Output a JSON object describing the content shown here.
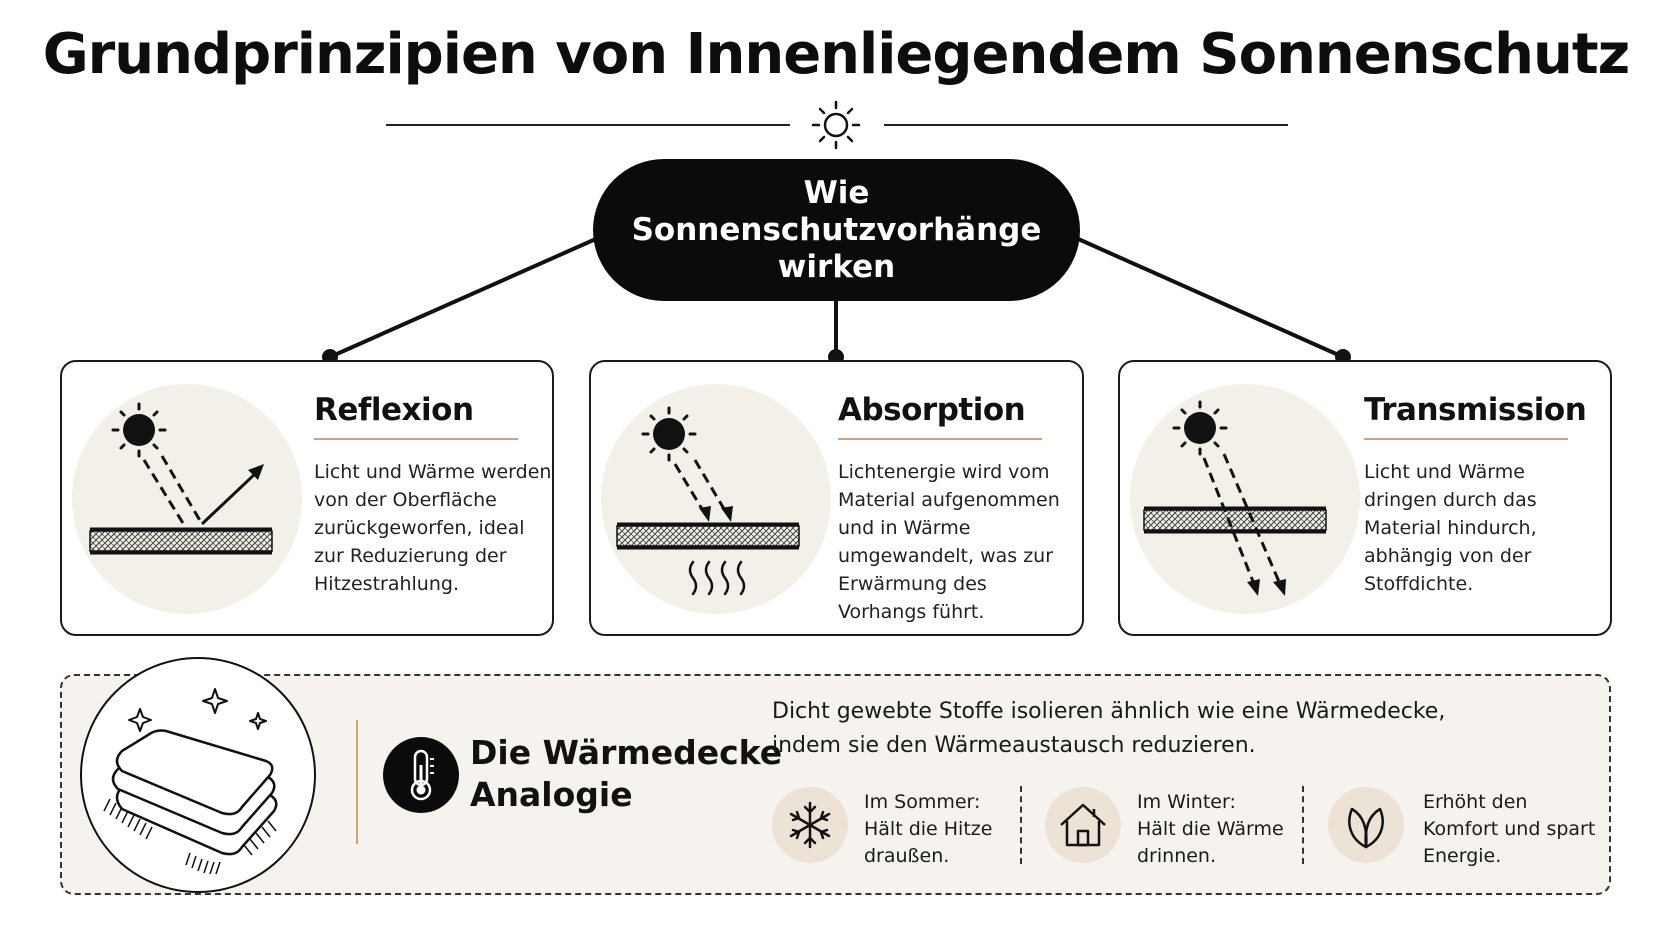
{
  "title": "Grundprinzipien von Innenliegendem Sonnenschutz",
  "center": {
    "line1": "Wie",
    "line2": "Sonnenschutzvorhänge",
    "line3": "wirken"
  },
  "cards": [
    {
      "title": "Reflexion",
      "lines": [
        "Licht und Wärme werden",
        "von der Oberfläche",
        "zurückgeworfen, ideal",
        "zur Reduzierung der",
        "Hitzestrahlung."
      ]
    },
    {
      "title": "Absorption",
      "lines": [
        "Lichtenergie wird vom",
        "Material aufgenommen",
        "und in Wärme",
        "umgewandelt, was zur",
        "Erwärmung des",
        "Vorhangs führt."
      ]
    },
    {
      "title": "Transmission",
      "lines": [
        "Licht und Wärme",
        "dringen durch das",
        "Material hindurch,",
        "abhängig von der",
        "Stoffdichte."
      ]
    }
  ],
  "analogy": {
    "title_line1": "Die Wärmedecke",
    "title_line2": "Analogie",
    "desc_line1": "Dicht gewebte Stoffe isolieren ähnlich wie eine Wärmedecke,",
    "desc_line2": "indem sie den Wärmeaustausch reduzieren.",
    "features": [
      {
        "icon": "snowflake-icon",
        "lines": [
          "Im Sommer:",
          "Hält die Hitze",
          "draußen."
        ]
      },
      {
        "icon": "house-icon",
        "lines": [
          "Im Winter:",
          "Hält die Wärme",
          "drinnen."
        ]
      },
      {
        "icon": "leaf-icon",
        "lines": [
          "Erhöht den",
          "Komfort und spart",
          "Energie."
        ]
      }
    ]
  },
  "colors": {
    "accent": "#c9a47e",
    "dark": "#0b0b0b",
    "panel": "#f6f3ee",
    "circle": "#f3f0ea"
  }
}
